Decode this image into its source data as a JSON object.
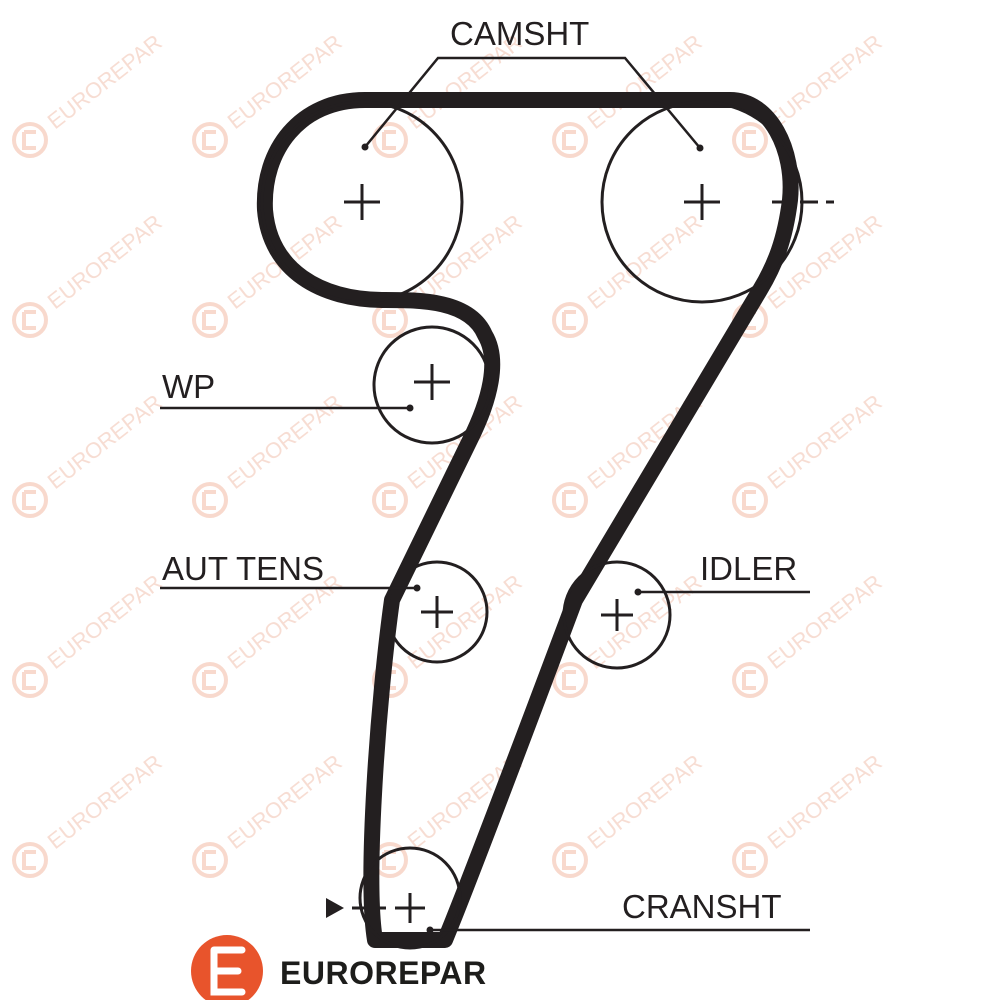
{
  "labels": {
    "camshaft": "CAMSHT",
    "water_pump": "WP",
    "auto_tensioner": "AUT TENS",
    "idler": "IDLER",
    "crankshaft": "CRANSHT"
  },
  "brand": {
    "name": "EUROREPAR",
    "logo_color": "#e8542c"
  },
  "watermark": {
    "text": "EUROREPAR",
    "color": "#f2b9a4"
  },
  "colors": {
    "ink": "#231f20",
    "background": "#ffffff"
  }
}
